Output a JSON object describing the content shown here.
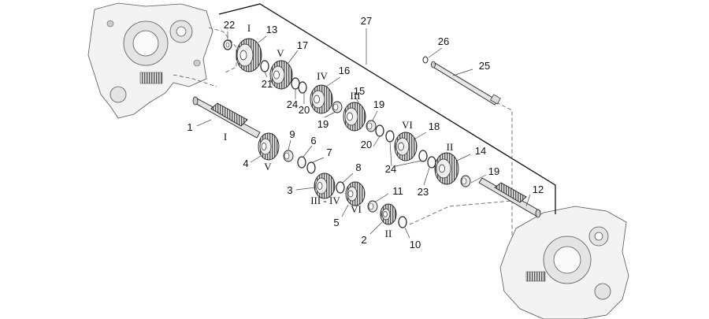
{
  "diagram": {
    "callouts": [
      "22",
      "13",
      "17",
      "27",
      "26",
      "25",
      "21",
      "16",
      "15",
      "24",
      "20",
      "19",
      "1",
      "19",
      "18",
      "9",
      "20",
      "6",
      "7",
      "24",
      "14",
      "4",
      "19",
      "12",
      "8",
      "23",
      "3",
      "11",
      "5",
      "2",
      "10"
    ],
    "gear_labels": [
      "I",
      "V",
      "IV",
      "III",
      "VI",
      "I",
      "II",
      "V",
      "III - IV",
      "VI",
      "II"
    ]
  }
}
